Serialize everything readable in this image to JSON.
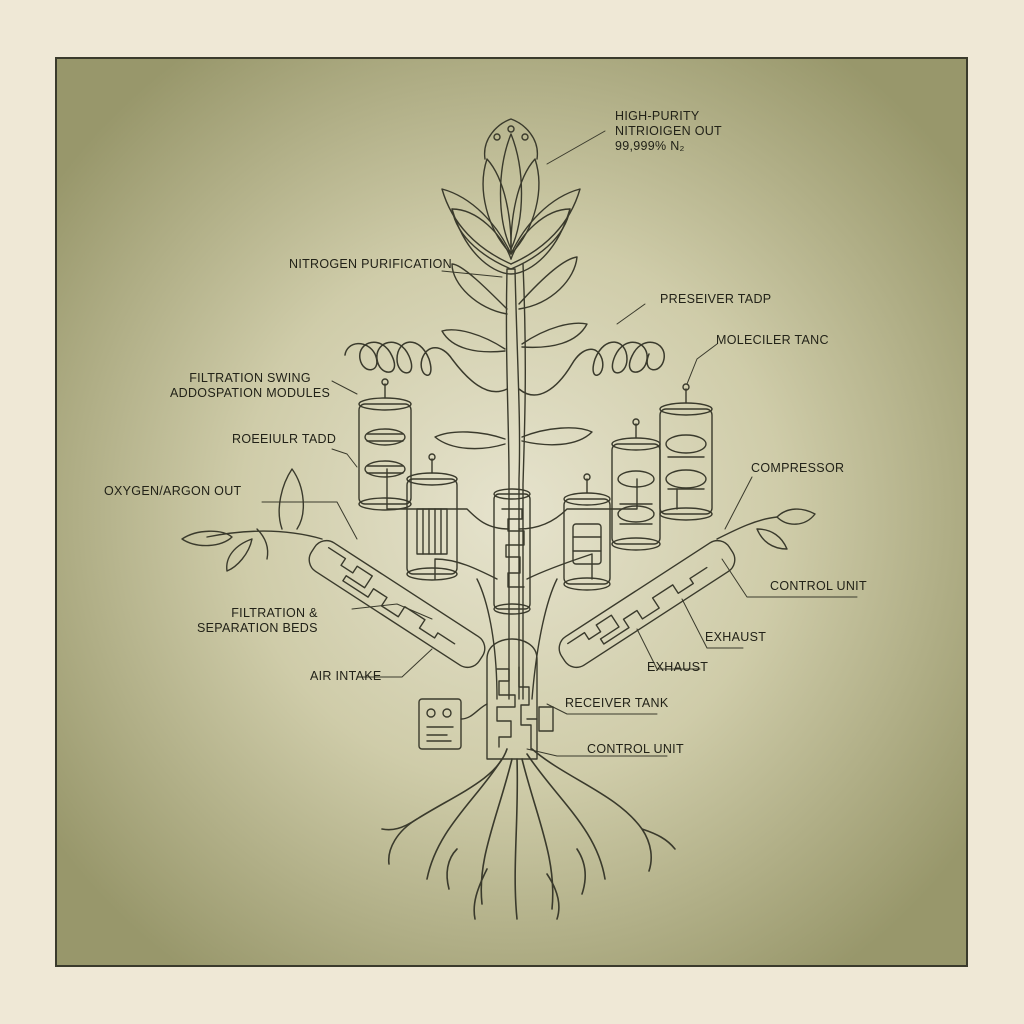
{
  "colors": {
    "frame_bg": "#cfcca9",
    "ink": "#3a3a2c",
    "page_bg": "#efe8d6"
  },
  "labels": {
    "high_purity": "HIGH-PURITY\nNITRIOIGEN OUT\n99,999% N₂",
    "nitrogen_purification": "NITROGEN PURIFICATION",
    "preseiver_tadp": "PRESEIVER TADP",
    "moleciler_tanc": "MOLECILER TANC",
    "filtration_swing": "FILTRATION SWING\nADDOSPATION MODULES",
    "roeeiulr_tadd": "ROEEIULR TADD",
    "oxygen_argon": "OXYGEN/ARGON OUT",
    "compressor": "COMPRESSOR",
    "control_unit_right": "CONTROL UNIT",
    "filtration_beds": "FILTRATION &\nSEPARATION BEDS",
    "exhaust_upper": "EXHAUST",
    "exhaust_lower": "EXHAUST",
    "air_intake": "AIR INTAKE",
    "receiver_tank": "RECEIVER TANK",
    "control_unit_bottom": "CONTROL UNIT"
  }
}
